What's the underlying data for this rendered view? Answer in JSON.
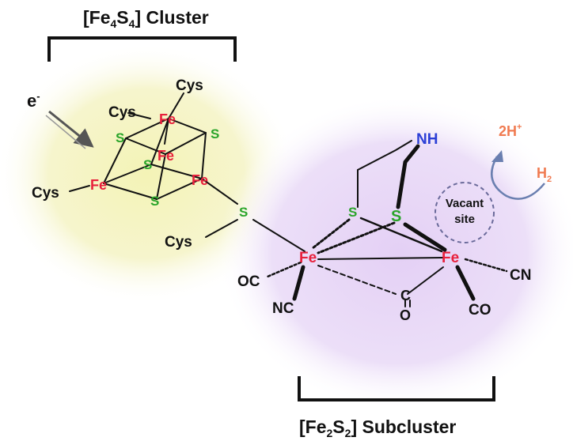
{
  "labels": {
    "cluster_prefix": "[Fe",
    "cluster_sub_4a": "4",
    "cluster_s": "S",
    "cluster_sub_4b": "4",
    "cluster_suffix": "] Cluster",
    "subcluster_prefix": "[Fe",
    "subcluster_sub_2a": "2",
    "subcluster_s": "S",
    "subcluster_sub_2b": "2",
    "subcluster_suffix": "] Subcluster",
    "electron": "e",
    "electron_sup": "-",
    "proton_prefix": "2H",
    "proton_sup": "+",
    "h2": "H",
    "h2_sub": "2",
    "vacant_line1": "Vacant",
    "vacant_line2": "site"
  },
  "atoms": {
    "fe": "Fe",
    "s": "S",
    "cys": "Cys",
    "nh": "NH",
    "oc": "OC",
    "nc": "NC",
    "cn": "CN",
    "co": "CO",
    "c": "C",
    "o": "O"
  },
  "colors": {
    "iron": "#e8213c",
    "sulfur": "#2aa52a",
    "nitrogen": "#2c3fd6",
    "hydrogen_label": "#f07a50",
    "bond": "#111111",
    "arrow": "#6a7fb0",
    "cluster_glow": "#f3f2b8",
    "subcluster_glow": "#e7d6f6"
  }
}
